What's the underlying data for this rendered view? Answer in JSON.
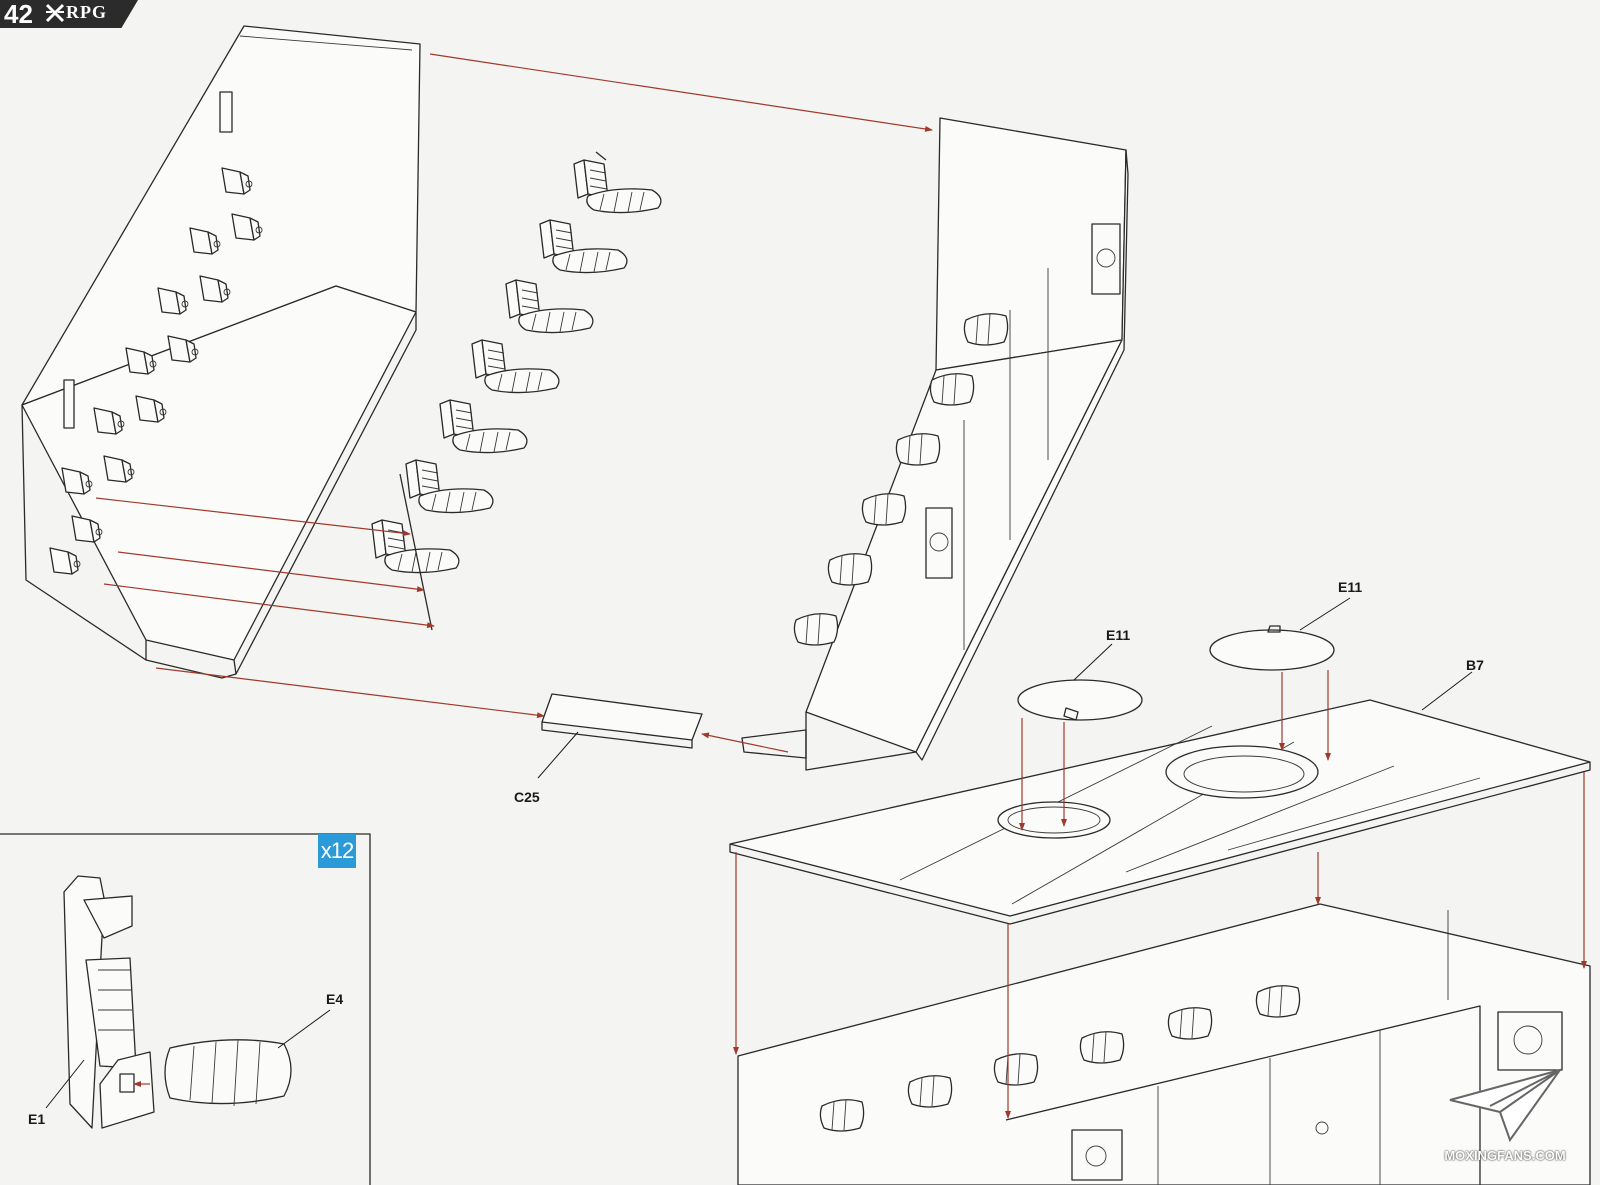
{
  "header": {
    "step_number": "42",
    "brand": "RPG"
  },
  "parts": {
    "c25": "C25",
    "e11_left": "E11",
    "e11_right": "E11",
    "b7": "B7",
    "e1": "E1",
    "e4": "E4"
  },
  "inset": {
    "quantity": "x12"
  },
  "watermark": {
    "text": "MOXINGFANS.COM"
  },
  "colors": {
    "arrow": "#a0392c",
    "badge": "#2a9ad8",
    "line": "#2a2a2a"
  }
}
